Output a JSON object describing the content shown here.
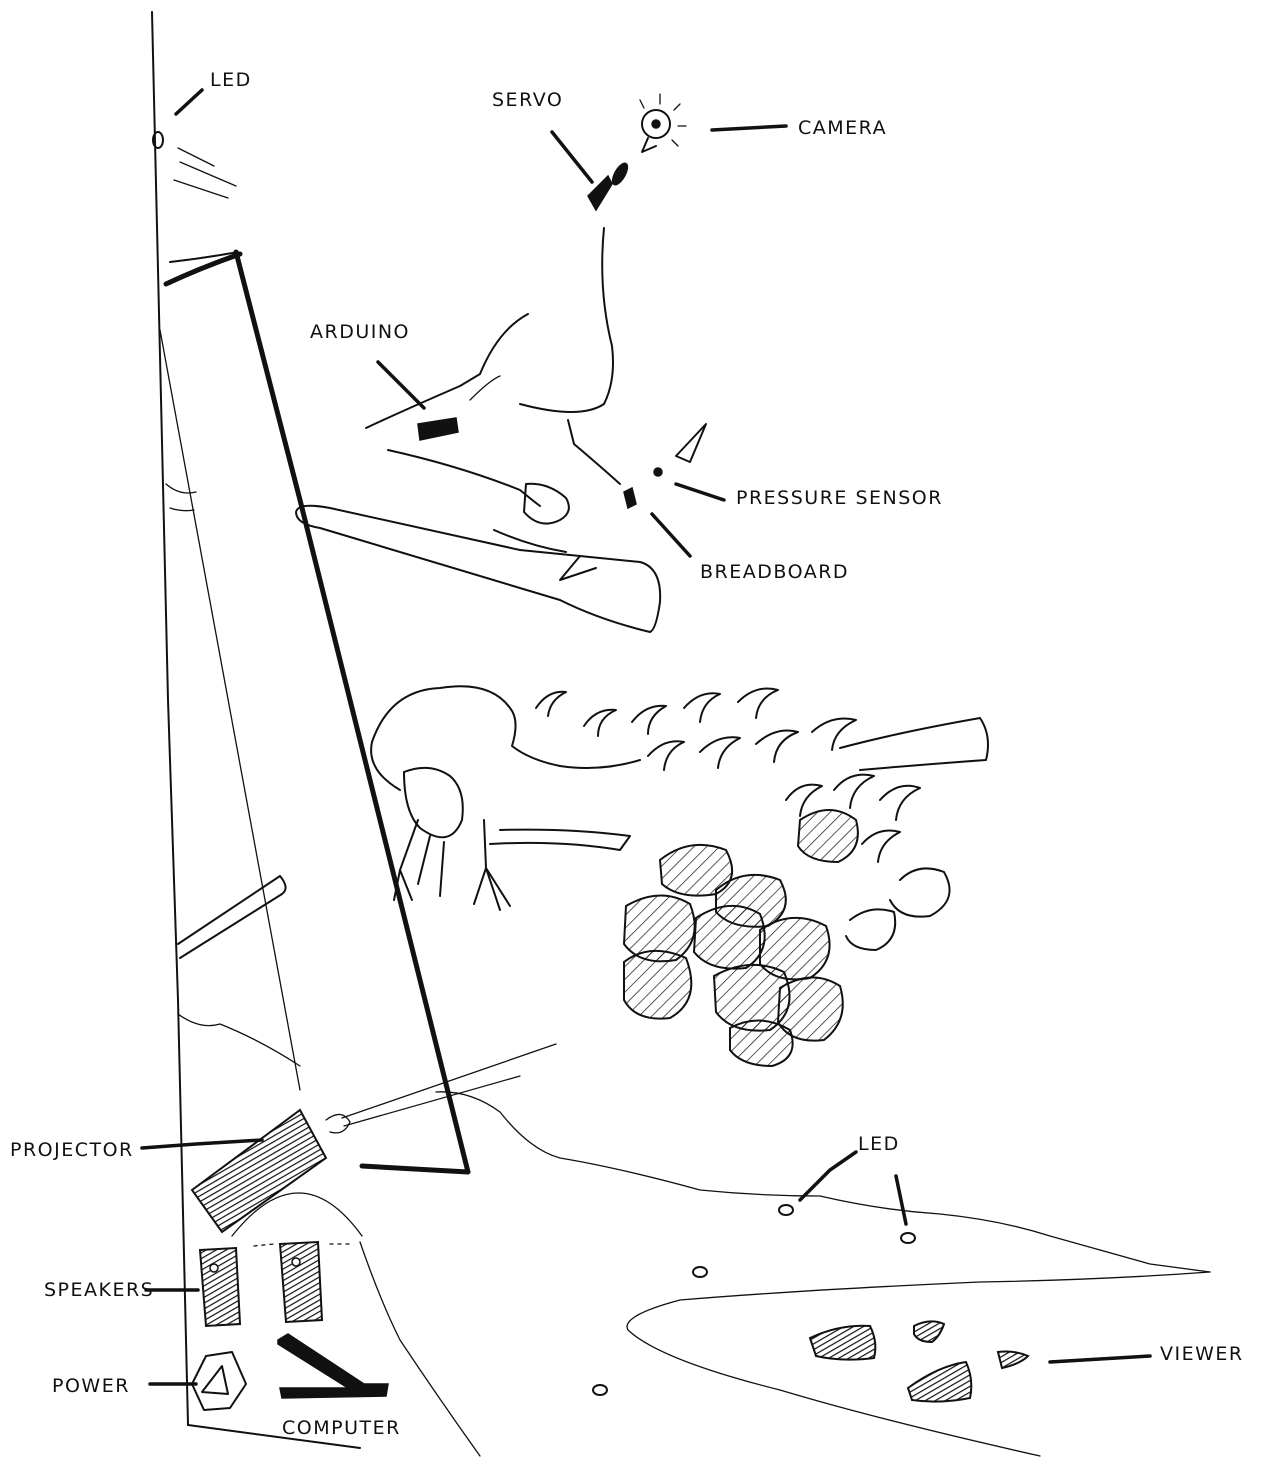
{
  "labels": {
    "led_top": "LED",
    "servo": "SERVO",
    "camera": "CAMERA",
    "arduino": "ARDUINO",
    "pressure_sensor": "PRESSURE SENSOR",
    "breadboard": "BREADBOARD",
    "projector": "PROJECTOR",
    "led_bottom": "LED",
    "speakers": "SPEAKERS",
    "power": "POWER",
    "computer": "COMPUTER",
    "viewer": "VIEWER"
  },
  "colors": {
    "ink": "#111111",
    "paper": "#ffffff"
  }
}
